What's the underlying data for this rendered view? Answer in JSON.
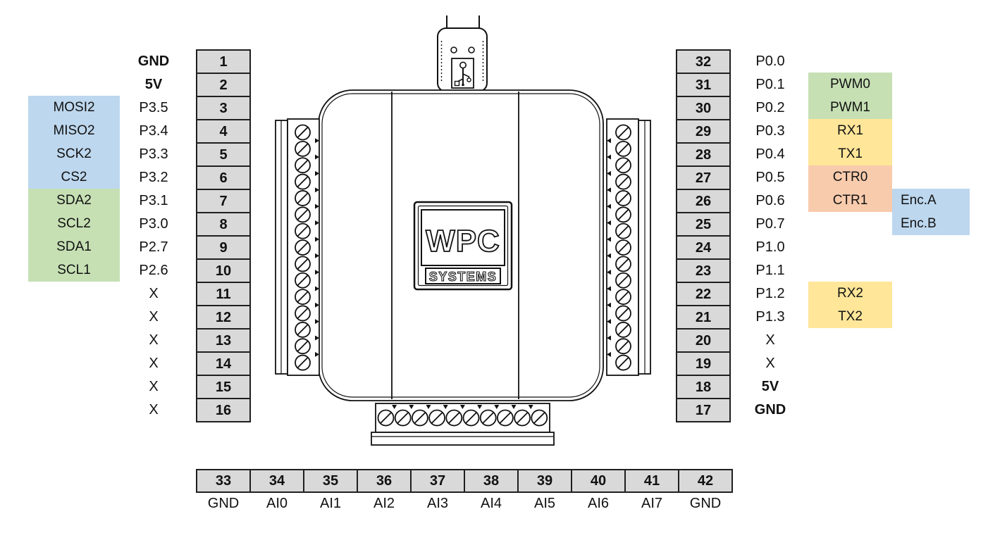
{
  "colors": {
    "blue": "#BDD7EE",
    "green": "#C6E0B4",
    "yellow": "#FFE699",
    "orange": "#F8CBAD",
    "pin_box": "#D9D9D9",
    "border": "#1F1F1F"
  },
  "left_pins": [
    {
      "num": "1",
      "name": "GND",
      "bold": true
    },
    {
      "num": "2",
      "name": "5V",
      "bold": true
    },
    {
      "num": "3",
      "name": "P3.5",
      "func": "MOSI2",
      "func_color": "blue"
    },
    {
      "num": "4",
      "name": "P3.4",
      "func": "MISO2",
      "func_color": "blue"
    },
    {
      "num": "5",
      "name": "P3.3",
      "func": "SCK2",
      "func_color": "blue"
    },
    {
      "num": "6",
      "name": "P3.2",
      "func": "CS2",
      "func_color": "blue"
    },
    {
      "num": "7",
      "name": "P3.1",
      "func": "SDA2",
      "func_color": "green"
    },
    {
      "num": "8",
      "name": "P3.0",
      "func": "SCL2",
      "func_color": "green"
    },
    {
      "num": "9",
      "name": "P2.7",
      "func": "SDA1",
      "func_color": "green"
    },
    {
      "num": "10",
      "name": "P2.6",
      "func": "SCL1",
      "func_color": "green"
    },
    {
      "num": "11",
      "name": "X"
    },
    {
      "num": "12",
      "name": "X"
    },
    {
      "num": "13",
      "name": "X"
    },
    {
      "num": "14",
      "name": "X"
    },
    {
      "num": "15",
      "name": "X"
    },
    {
      "num": "16",
      "name": "X"
    }
  ],
  "right_pins": [
    {
      "num": "32",
      "name": "P0.0"
    },
    {
      "num": "31",
      "name": "P0.1",
      "func": "PWM0",
      "func_color": "green"
    },
    {
      "num": "30",
      "name": "P0.2",
      "func": "PWM1",
      "func_color": "green"
    },
    {
      "num": "29",
      "name": "P0.3",
      "func": "RX1",
      "func_color": "yellow"
    },
    {
      "num": "28",
      "name": "P0.4",
      "func": "TX1",
      "func_color": "yellow"
    },
    {
      "num": "27",
      "name": "P0.5",
      "func": "CTR0",
      "func_color": "orange"
    },
    {
      "num": "26",
      "name": "P0.6",
      "func": "CTR1",
      "func_color": "orange",
      "extra": "Enc.A",
      "extra_color": "blue"
    },
    {
      "num": "25",
      "name": "P0.7",
      "extra": "Enc.B",
      "extra_color": "blue"
    },
    {
      "num": "24",
      "name": "P1.0"
    },
    {
      "num": "23",
      "name": "P1.1"
    },
    {
      "num": "22",
      "name": "P1.2",
      "func": "RX2",
      "func_color": "yellow"
    },
    {
      "num": "21",
      "name": "P1.3",
      "func": "TX2",
      "func_color": "yellow"
    },
    {
      "num": "20",
      "name": "X"
    },
    {
      "num": "19",
      "name": "X"
    },
    {
      "num": "18",
      "name": "5V",
      "bold": true
    },
    {
      "num": "17",
      "name": "GND",
      "bold": true
    }
  ],
  "bottom_pins": [
    {
      "num": "33",
      "name": "GND"
    },
    {
      "num": "34",
      "name": "AI0"
    },
    {
      "num": "35",
      "name": "AI1"
    },
    {
      "num": "36",
      "name": "AI2"
    },
    {
      "num": "37",
      "name": "AI3"
    },
    {
      "num": "38",
      "name": "AI4"
    },
    {
      "num": "39",
      "name": "AI5"
    },
    {
      "num": "40",
      "name": "AI6"
    },
    {
      "num": "41",
      "name": "AI7"
    },
    {
      "num": "42",
      "name": "GND"
    }
  ],
  "device": {
    "logo_top": "WPC",
    "logo_bottom": "SYSTEMS",
    "usb_icon": "usb-trident-icon"
  }
}
